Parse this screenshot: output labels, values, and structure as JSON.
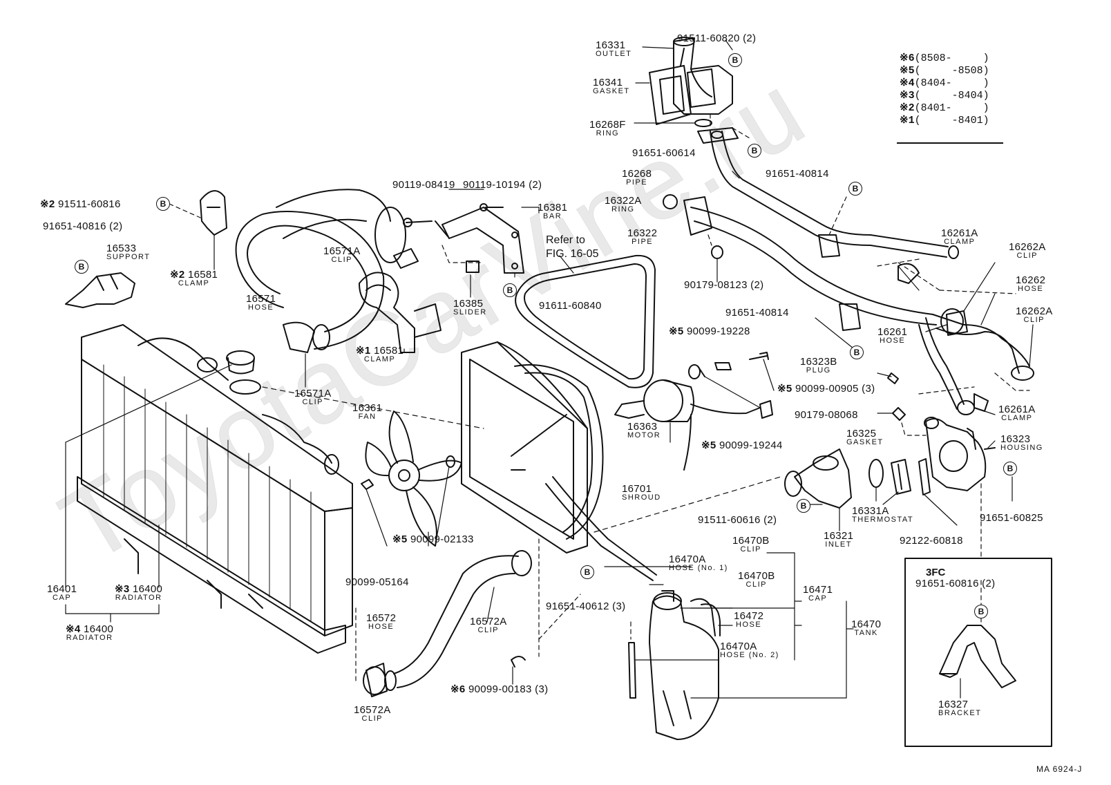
{
  "watermark": "ToyotaCarVine.ru",
  "drawing_code": "MA 6924-J",
  "legend": [
    {
      "mark": "※6",
      "range": "(8508-     )"
    },
    {
      "mark": "※5",
      "range": "(     -8508)"
    },
    {
      "mark": "※4",
      "range": "(8404-     )"
    },
    {
      "mark": "※3",
      "range": "(     -8404)"
    },
    {
      "mark": "※2",
      "range": "(8401-     )"
    },
    {
      "mark": "※1",
      "range": "(     -8401)"
    }
  ],
  "reference": {
    "line1": "Refer to",
    "line2": "FIG. 16-05"
  },
  "variant_box": "3FC",
  "bolt_marker": "B",
  "parts": [
    {
      "id": "p1",
      "number": "16331",
      "name": "OUTLET"
    },
    {
      "id": "p2",
      "number": "91511-60820 (2)",
      "name": ""
    },
    {
      "id": "p3",
      "number": "16341",
      "name": "GASKET"
    },
    {
      "id": "p4",
      "number": "16268F",
      "name": "RING"
    },
    {
      "id": "p5",
      "number": "91651-60614",
      "name": ""
    },
    {
      "id": "p6",
      "number": "16268",
      "name": "PIPE"
    },
    {
      "id": "p7",
      "number": "91651-40814",
      "name": ""
    },
    {
      "id": "p8",
      "number": "16322A",
      "name": "RING"
    },
    {
      "id": "p9",
      "number": "16322",
      "name": "PIPE"
    },
    {
      "id": "p10",
      "number": "90179-08123 (2)",
      "name": ""
    },
    {
      "id": "p11",
      "number": "16261A",
      "name": "CLAMP"
    },
    {
      "id": "p12",
      "number": "16262A",
      "name": "CLIP"
    },
    {
      "id": "p13",
      "number": "16262",
      "name": "HOSE"
    },
    {
      "id": "p14",
      "number": "16262A",
      "name": "CLIP"
    },
    {
      "id": "p15",
      "number": "91651-40814",
      "name": ""
    },
    {
      "id": "p16",
      "number": "16261",
      "name": "HOSE"
    },
    {
      "id": "p17",
      "number": "16323B",
      "name": "PLUG"
    },
    {
      "id": "p18",
      "number": "16261A",
      "name": "CLAMP"
    },
    {
      "id": "p19",
      "number": "90179-08068",
      "name": ""
    },
    {
      "id": "p20",
      "number": "16325",
      "name": "GASKET"
    },
    {
      "id": "p21",
      "number": "16323",
      "name": "HOUSING"
    },
    {
      "id": "p22",
      "number": "16331A",
      "name": "THERMOSTAT"
    },
    {
      "id": "p23",
      "number": "91651-60825",
      "name": ""
    },
    {
      "id": "p24",
      "number": "92122-60818",
      "name": ""
    },
    {
      "id": "p25",
      "number": "91511-60616 (2)",
      "name": ""
    },
    {
      "id": "p26",
      "number": "16321",
      "name": "INLET"
    },
    {
      "id": "p27",
      "number": "90119-08419",
      "name": ""
    },
    {
      "id": "p28",
      "number": "90119-10194 (2)",
      "name": ""
    },
    {
      "id": "p29",
      "number": "16381",
      "name": "BAR"
    },
    {
      "id": "p30",
      "number": "16571A",
      "name": "CLIP"
    },
    {
      "id": "p31",
      "number": "16385",
      "name": "SLIDER"
    },
    {
      "id": "p32",
      "number": "91611-60840",
      "name": ""
    },
    {
      "id": "p33",
      "number": "91511-60816",
      "name": "",
      "mark": "※2"
    },
    {
      "id": "p34",
      "number": "91651-40816 (2)",
      "name": ""
    },
    {
      "id": "p35",
      "number": "16533",
      "name": "SUPPORT"
    },
    {
      "id": "p36",
      "number": "16581",
      "name": "CLAMP",
      "mark": "※2"
    },
    {
      "id": "p37",
      "number": "16571",
      "name": "HOSE"
    },
    {
      "id": "p38",
      "number": "16581",
      "name": "CLAMP",
      "mark": "※1"
    },
    {
      "id": "p39",
      "number": "16571A",
      "name": "CLIP"
    },
    {
      "id": "p40",
      "number": "16361",
      "name": "FAN"
    },
    {
      "id": "p41",
      "number": "90099-19228",
      "name": "",
      "mark": "※5"
    },
    {
      "id": "p42",
      "number": "90099-00905 (3)",
      "name": "",
      "mark": "※5"
    },
    {
      "id": "p43",
      "number": "16363",
      "name": "MOTOR"
    },
    {
      "id": "p44",
      "number": "90099-19244",
      "name": "",
      "mark": "※5"
    },
    {
      "id": "p45",
      "number": "16701",
      "name": "SHROUD"
    },
    {
      "id": "p46",
      "number": "90099-02133",
      "name": "",
      "mark": "※5"
    },
    {
      "id": "p47",
      "number": "90099-05164",
      "name": ""
    },
    {
      "id": "p48",
      "number": "16401",
      "name": "CAP"
    },
    {
      "id": "p49",
      "number": "16400",
      "name": "RADIATOR",
      "mark": "※3"
    },
    {
      "id": "p50",
      "number": "16400",
      "name": "RADIATOR",
      "mark": "※4"
    },
    {
      "id": "p51",
      "number": "16470B",
      "name": "CLIP"
    },
    {
      "id": "p52",
      "number": "16470A",
      "name": "HOSE (No. 1)"
    },
    {
      "id": "p53",
      "number": "16470B",
      "name": "CLIP"
    },
    {
      "id": "p54",
      "number": "16471",
      "name": "CAP"
    },
    {
      "id": "p55",
      "number": "16472",
      "name": "HOSE"
    },
    {
      "id": "p56",
      "number": "16470",
      "name": "TANK"
    },
    {
      "id": "p57",
      "number": "16470A",
      "name": "HOSE (No. 2)"
    },
    {
      "id": "p58",
      "number": "91651-40612 (3)",
      "name": ""
    },
    {
      "id": "p59",
      "number": "16572",
      "name": "HOSE"
    },
    {
      "id": "p60",
      "number": "16572A",
      "name": "CLIP"
    },
    {
      "id": "p61",
      "number": "90099-00183 (3)",
      "name": "",
      "mark": "※6"
    },
    {
      "id": "p62",
      "number": "16572A",
      "name": "CLIP"
    },
    {
      "id": "p63",
      "number": "91651-60816 (2)",
      "name": ""
    },
    {
      "id": "p64",
      "number": "16327",
      "name": "BRACKET"
    }
  ]
}
